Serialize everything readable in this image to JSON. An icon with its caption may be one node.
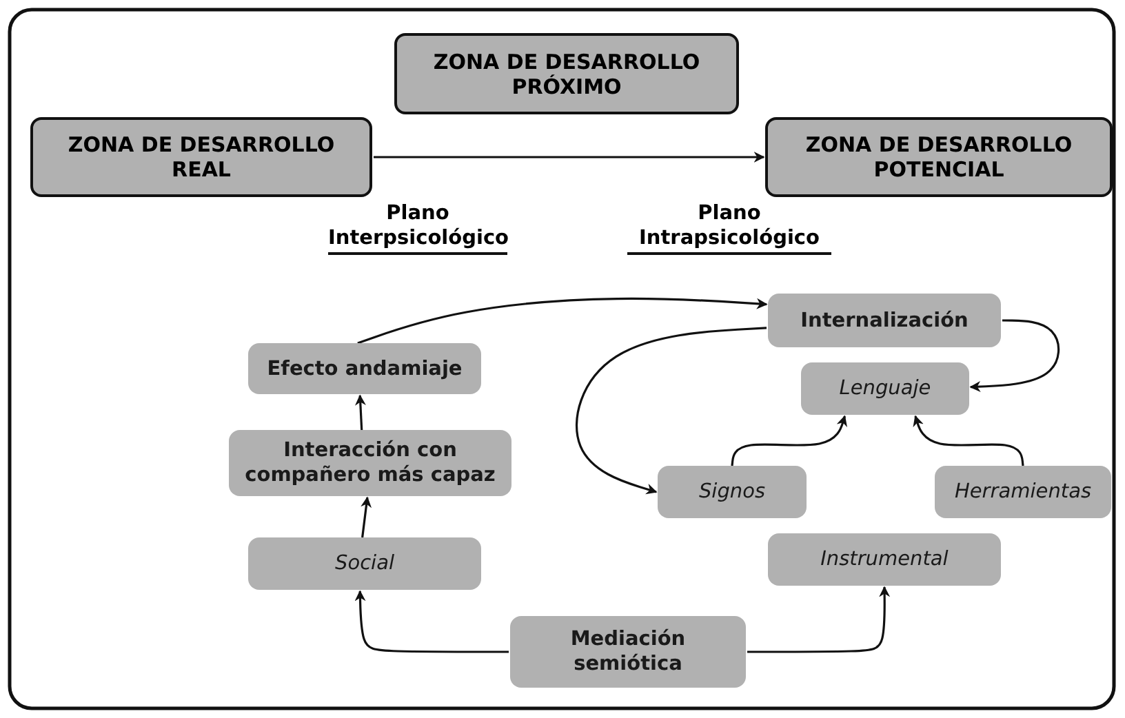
{
  "diagram": {
    "nodes": [
      {
        "text": [
          "ZONA DE DESARROLLO PRÓXIMO"
        ]
      },
      {
        "text": [
          "ZONA DE DESARROLLO REAL"
        ]
      },
      {
        "text": [
          "ZONA DE DESARROLLO POTENCIAL"
        ]
      },
      {
        "text": [
          "Internalización"
        ]
      },
      {
        "text": [
          "Efecto andamiaje"
        ]
      },
      {
        "text": [
          "Lenguaje"
        ]
      },
      {
        "text": [
          "Interacción con compañero más capaz"
        ]
      },
      {
        "text": [
          "Signos"
        ]
      },
      {
        "text": [
          "Herramientas"
        ]
      },
      {
        "text": [
          "Social"
        ]
      },
      {
        "text": [
          "Instrumental"
        ]
      },
      {
        "text": [
          "Mediación semiótica"
        ]
      }
    ],
    "edges": [
      {
        "from": 1,
        "to": 2,
        "arrow": "to"
      },
      {
        "from": 4,
        "to": 3,
        "arrow": "to"
      },
      {
        "from": 3,
        "to": 5,
        "arrow": "to"
      },
      {
        "from": 3,
        "to": 7,
        "arrow": "to"
      },
      {
        "from": 7,
        "to": 5,
        "arrow": "to"
      },
      {
        "from": 8,
        "to": 5,
        "arrow": "to"
      },
      {
        "from": 6,
        "to": 4,
        "arrow": "to"
      },
      {
        "from": 9,
        "to": 6,
        "arrow": "to"
      },
      {
        "from": 11,
        "to": 9,
        "arrow": "to"
      },
      {
        "from": 11,
        "to": 10,
        "arrow": "to"
      }
    ],
    "labels": [
      "Plano Interpsicológico",
      "Plano Intrapsicológico"
    ]
  }
}
